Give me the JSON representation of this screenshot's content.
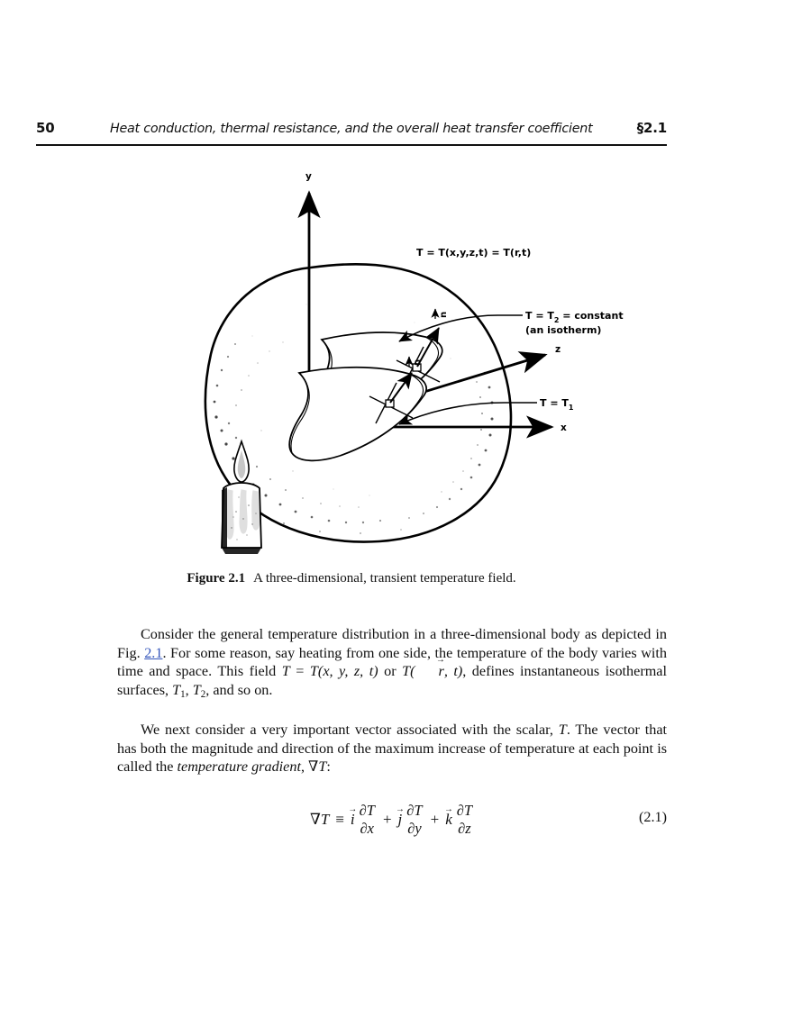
{
  "header": {
    "page_number": "50",
    "title": "Heat conduction, thermal resistance, and the overall heat transfer coefficient",
    "section": "§2.1"
  },
  "figure": {
    "caption_label": "Figure 2.1",
    "caption_text": "A three-dimensional, transient temperature field.",
    "axes": {
      "y": "y",
      "z": "z",
      "x": "x"
    },
    "labels": {
      "field": "T = T(x,y,z,t) = T(r,t)",
      "isotherm_2_line1": "T = T",
      "isotherm_2_sub": "2",
      "isotherm_2_line1_tail": " = constant",
      "isotherm_2_line2": "(an isotherm)",
      "isotherm_1": "T = T",
      "isotherm_1_sub": "1",
      "normal_vector": "n"
    }
  },
  "body": {
    "paragraph_1": {
      "lead": "Consider the general temperature distribution in a three-dimensional body as depicted in Fig. ",
      "xref": "2.1",
      "after_xref": ".  For some reason, say heating from one side, the temperature of the body varies with time and space. This field ",
      "field_expr_lhs": "T",
      "field_expr_eq": " = ",
      "field_expr_rhs": "T(x, y, z, t)",
      "or_word": " or ",
      "field_expr_alt_fn": "T(",
      "field_expr_alt_vec": "r",
      "field_expr_alt_tail": ", t)",
      "tail": ", defines instantaneous isothermal surfaces, ",
      "t1": "T",
      "t1_sub": "1",
      "comma": ", ",
      "t2": "T",
      "t2_sub": "2",
      "ending": ", and so on."
    },
    "paragraph_2": {
      "lead": "We next consider a very important vector associated with the scalar, ",
      "scalar_symbol": "T",
      "middle": ". The vector that has both the magnitude and direction of the maximum increase of temperature at each point is called the ",
      "emphasis": "temperature gradient",
      "comma_after_emphasis": ", ",
      "gradient_symbol": "∇T",
      "ending": ":"
    }
  },
  "equation": {
    "number": "(2.1)",
    "lhs_nabla": "∇",
    "lhs_var": "T",
    "relation": "≡",
    "terms": [
      {
        "basis": "i",
        "num": "∂T",
        "den": "∂x",
        "operator": ""
      },
      {
        "basis": "j",
        "num": "∂T",
        "den": "∂y",
        "operator": "+"
      },
      {
        "basis": "k",
        "num": "∂T",
        "den": "∂z",
        "operator": "+"
      }
    ]
  },
  "colors": {
    "text": "#111111",
    "xref_link": "#3355bb",
    "rule": "#111111",
    "figure_ink": "#000000"
  }
}
